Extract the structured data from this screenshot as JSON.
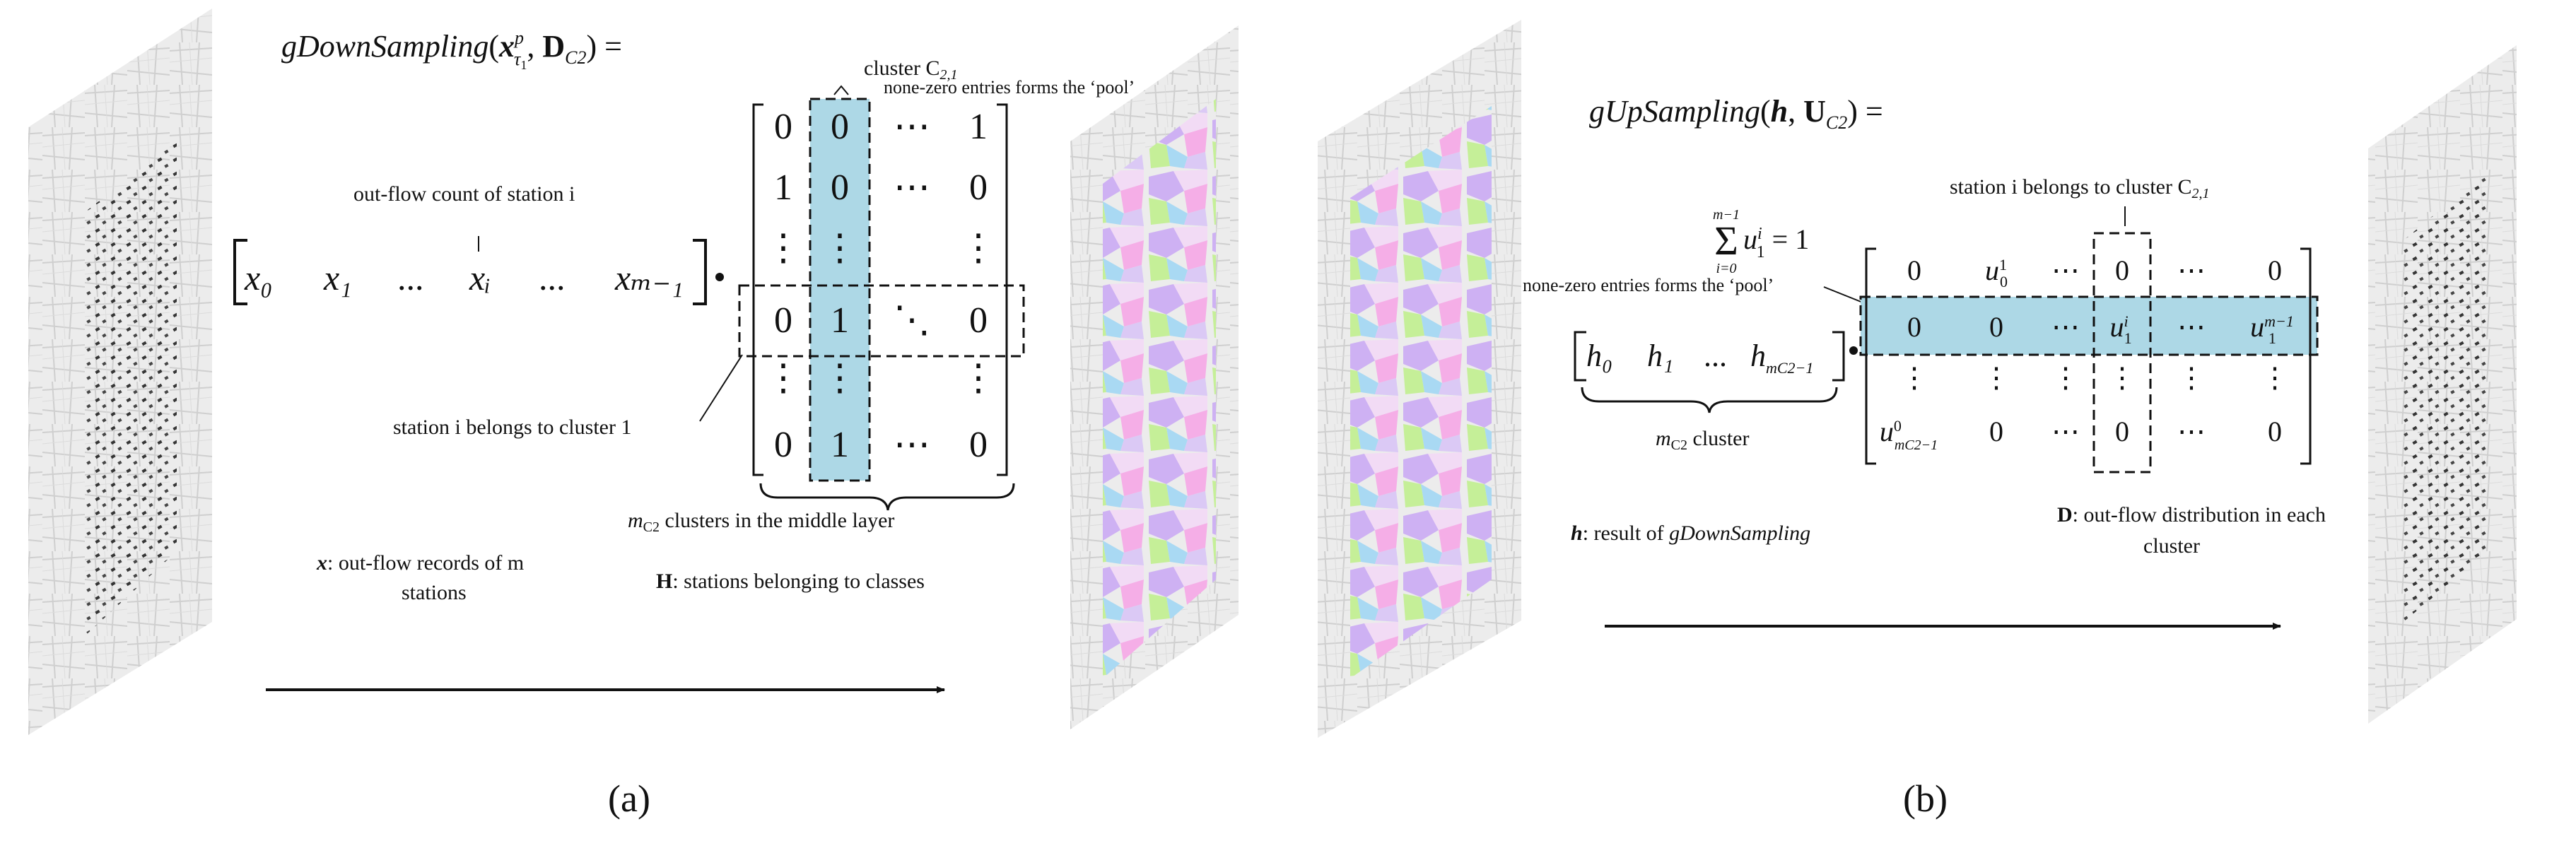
{
  "panel_a": {
    "title_func": "gDownSampling",
    "title_x": "x",
    "title_x_sup": "p",
    "title_x_sub": "τ",
    "title_x_subsub": "1",
    "title_d": "D",
    "title_d_sub": "C2",
    "title_tail": ") =",
    "cluster_label": "cluster C",
    "cluster_sub": "2,1",
    "pool_label": "none-zero entries forms the ‘pool’",
    "outflow_label": "out-flow count of station i",
    "vector": [
      "x₀",
      "x₁",
      "...",
      "xᵢ",
      "...",
      "xₘ₋₁"
    ],
    "matrix": [
      [
        "0",
        "0",
        "⋯",
        "1"
      ],
      [
        "1",
        "0",
        "⋯",
        "0"
      ],
      [
        "⋮",
        "⋮",
        "",
        "⋮"
      ],
      [
        "0",
        "1",
        "⋱",
        "0"
      ],
      [
        "⋮",
        "⋮",
        "",
        "⋮"
      ],
      [
        "0",
        "1",
        "⋯",
        "0"
      ]
    ],
    "belongs_label": "station i belongs to cluster 1",
    "clusters_label": "m",
    "clusters_label_sub": "C2",
    "clusters_label_tail": " clusters in the middle layer",
    "x_desc_bold": "x",
    "x_desc_line1": ": out-flow records of m",
    "x_desc_line2": "stations",
    "h_desc_bold": "H",
    "h_desc": ": stations belonging to classes",
    "caption": "(a)"
  },
  "panel_b": {
    "title_func": "gUpSampling",
    "title_h": "h",
    "title_u": "U",
    "title_u_sub": "C2",
    "title_tail": ") =",
    "sum_top": "m−1",
    "sum_bottom": "i=0",
    "sum_body": "u",
    "sum_body_sup": "i",
    "sum_body_sub": "1",
    "sum_eq": " = 1",
    "station_label": "station i belongs to cluster C",
    "station_label_sub": "2,1",
    "pool_label": "none-zero entries forms the ‘pool’",
    "vector": [
      "h₀",
      "h₁",
      "...",
      "h"
    ],
    "vector_last_sub": "mC2−1",
    "matrix_row1": [
      "0",
      "u",
      "⋯",
      "0",
      "⋯",
      "0"
    ],
    "matrix_row1_u_sup": "1",
    "matrix_row1_u_sub": "0",
    "matrix_row2": [
      "0",
      "0",
      "⋯",
      "u",
      "⋯",
      "u"
    ],
    "matrix_row2_u4_sup": "i",
    "matrix_row2_u4_sub": "1",
    "matrix_row2_u6_sup": "m−1",
    "matrix_row2_u6_sub": "1",
    "matrix_row3": [
      "⋮",
      "⋮",
      "⋮",
      "⋮",
      "⋮",
      "⋮"
    ],
    "matrix_row4": [
      "u",
      "0",
      "⋯",
      "0",
      "⋯",
      "0"
    ],
    "matrix_row4_u_sup": "0",
    "matrix_row4_u_sub": "mC2−1",
    "cluster_brace_label": "m",
    "cluster_brace_sub": "C2",
    "cluster_brace_tail": " cluster",
    "h_desc_bold": "h",
    "h_desc": ": result of ",
    "h_desc_italic": "gDownSampling",
    "d_desc_bold": "D",
    "d_desc_line1": ": out-flow distribution in each",
    "d_desc_line2": "cluster",
    "caption": "(b)"
  },
  "colors": {
    "highlight": "#add8e6",
    "map_bg": "#e8e8e8",
    "stroke": "#111111"
  }
}
